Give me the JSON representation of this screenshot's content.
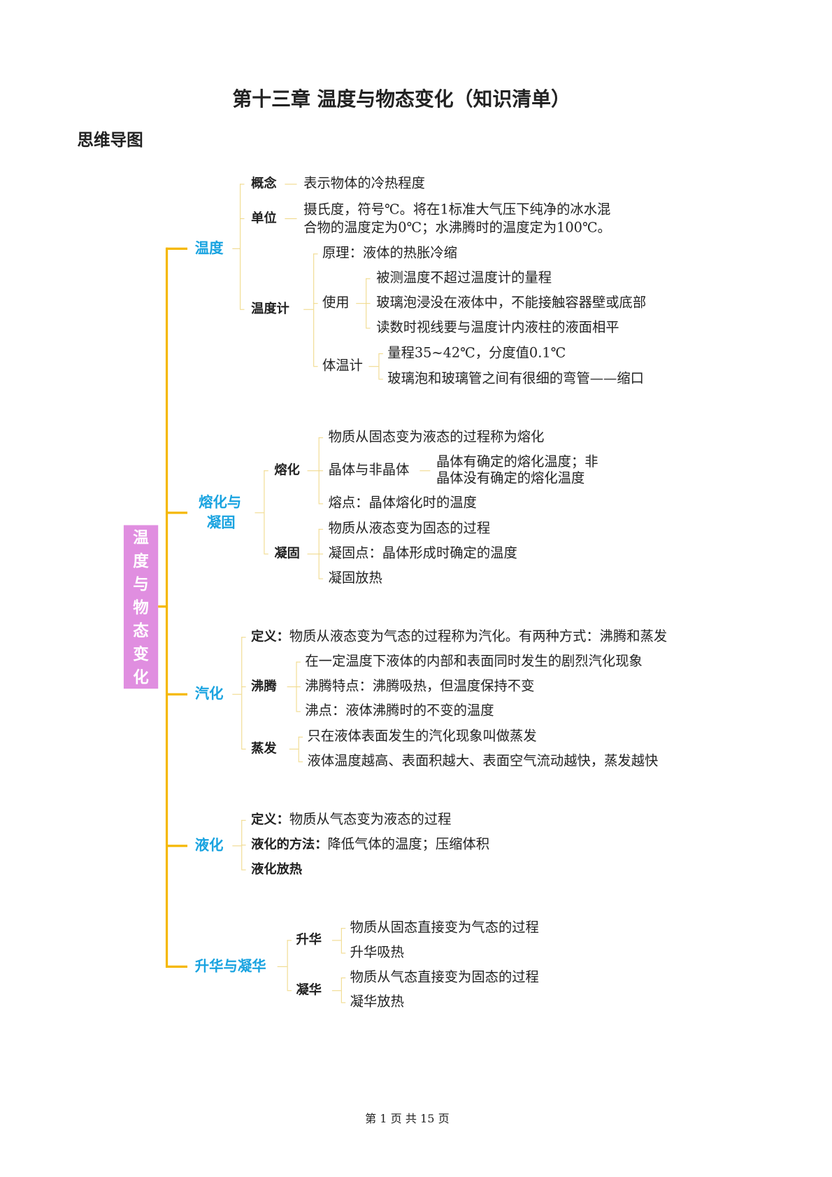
{
  "title": "第十三章 温度与物态变化（知识清单）",
  "section_heading": "思维导图",
  "root": [
    "温",
    "度",
    "与",
    "物",
    "态",
    "变",
    "化"
  ],
  "wendu": {
    "label": "温度",
    "gainian": {
      "label": "概念",
      "text": "表示物体的冷热程度"
    },
    "danwei": {
      "label": "单位",
      "lines": [
        "摄氏度，符号℃。将在1标准大气压下纯净的冰水混",
        "合物的温度定为0℃；水沸腾时的温度定为100℃。"
      ]
    },
    "wenduji": {
      "label": "温度计",
      "yuanli": "原理：液体的热胀冷缩",
      "shiyong": {
        "label": "使用",
        "items": [
          "被测温度不超过温度计的量程",
          "玻璃泡浸没在液体中，不能接触容器壁或底部",
          "读数时视线要与温度计内液柱的液面相平"
        ]
      },
      "tiwenji": {
        "label": "体温计",
        "items": [
          "量程35~42℃，分度值0.1℃",
          "玻璃泡和玻璃管之间有很细的弯管——缩口"
        ]
      }
    }
  },
  "ronghua_ninggu": {
    "label_lines": [
      "熔化与",
      "凝固"
    ],
    "ronghua": {
      "label": "熔化",
      "items": [
        "物质从固态变为液态的过程称为熔化",
        "晶体与非晶体",
        "熔点：晶体熔化时的温度"
      ],
      "crystal_lines": [
        "晶体有确定的熔化温度；非",
        "晶体没有确定的熔化温度"
      ]
    },
    "ninggu": {
      "label": "凝固",
      "items": [
        "物质从液态变为固态的过程",
        "凝固点：晶体形成时确定的温度",
        "凝固放热"
      ]
    }
  },
  "qihua": {
    "label": "汽化",
    "def_label": "定义：",
    "def_text": "物质从液态变为气态的过程称为汽化。有两种方式：沸腾和蒸发",
    "feiteng": {
      "label": "沸腾",
      "items": [
        "在一定温度下液体的内部和表面同时发生的剧烈汽化现象",
        "沸腾特点：沸腾吸热，但温度保持不变",
        "沸点：液体沸腾时的不变的温度"
      ]
    },
    "zhengfa": {
      "label": "蒸发",
      "items": [
        "只在液体表面发生的汽化现象叫做蒸发",
        "液体温度越高、表面积越大、表面空气流动越快，蒸发越快"
      ]
    }
  },
  "yehua": {
    "label": "液化",
    "def_label": "定义：",
    "def_text": "物质从气态变为液态的过程",
    "method_label": "液化的方法：",
    "method_text": "降低气体的温度；压缩体积",
    "heat": "液化放热"
  },
  "shenghua_ninghua": {
    "label": "升华与凝华",
    "shenghua": {
      "label": "升华",
      "items": [
        "物质从固态直接变为气态的过程",
        "升华吸热"
      ]
    },
    "ninghua": {
      "label": "凝华",
      "items": [
        "物质从气态直接变为固态的过程",
        "凝华放热"
      ]
    }
  },
  "footer": "第 1 页 共 15 页",
  "colors": {
    "branch": "#f5b800",
    "level1": "#19a3e0",
    "root_bg": "#e08ee0"
  }
}
